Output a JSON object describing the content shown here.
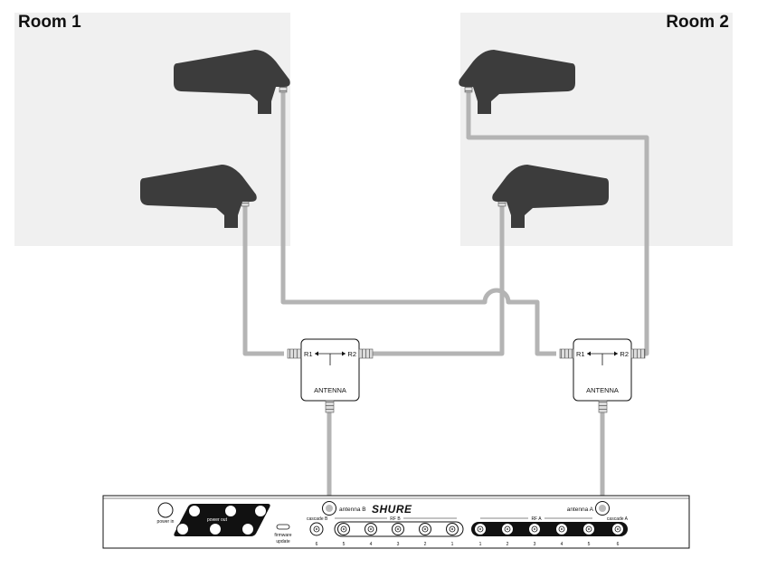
{
  "rooms": [
    {
      "label": "Room 1"
    },
    {
      "label": "Room 2"
    }
  ],
  "combiners": [
    {
      "port_left": "R1",
      "port_right": "R2",
      "label": "ANTENNA"
    },
    {
      "port_left": "R1",
      "port_right": "R2",
      "label": "ANTENNA"
    }
  ],
  "receiver": {
    "brand": "SHURE",
    "power_in": "power in",
    "power_out": "power out",
    "firmware": "firmware",
    "update": "update",
    "antenna_b": "antenna B",
    "antenna_a": "antenna A",
    "cascade_b": "cascade B",
    "cascade_a": "cascade A",
    "rf_b": "RF B",
    "rf_a": "RF A",
    "b_numbers": [
      "6",
      "5",
      "4",
      "3",
      "2",
      "1"
    ],
    "a_numbers": [
      "1",
      "2",
      "3",
      "4",
      "5",
      "6"
    ]
  },
  "colors": {
    "room_bg": "#f0f0f0",
    "antenna_fill": "#3c3c3c",
    "cable": "#b4b4b4"
  }
}
